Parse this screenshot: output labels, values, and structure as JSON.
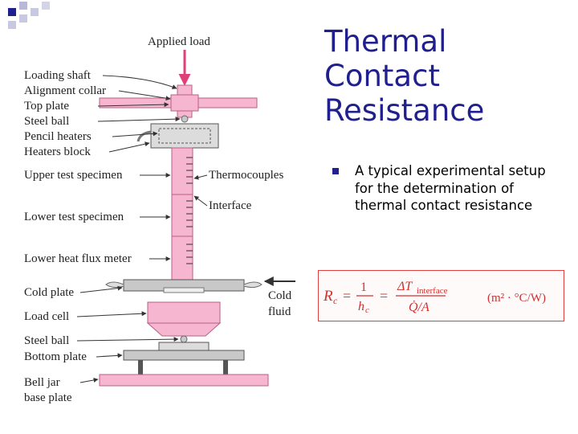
{
  "slide": {
    "title_lines": [
      "Thermal",
      "Contact",
      "Resistance"
    ],
    "bullet": "A typical experimental setup for the determination of thermal contact resistance"
  },
  "figure": {
    "applied_load": "Applied load",
    "labels": {
      "loading_shaft": "Loading shaft",
      "alignment_collar": "Alignment collar",
      "top_plate": "Top plate",
      "steel_ball_top": "Steel ball",
      "pencil_heaters": "Pencil heaters",
      "heaters_block": "Heaters block",
      "upper_test_specimen": "Upper test specimen",
      "lower_test_specimen": "Lower test specimen",
      "lower_heat_flux_meter": "Lower heat flux meter",
      "cold_plate": "Cold plate",
      "load_cell": "Load cell",
      "steel_ball_bottom": "Steel ball",
      "bottom_plate": "Bottom plate",
      "bell_jar": "Bell jar",
      "base_plate": "base plate",
      "thermocouples": "Thermocouples",
      "interface": "Interface",
      "cold": "Cold",
      "fluid": "fluid"
    }
  },
  "formula": {
    "lhs": "R",
    "lhs_sub": "c",
    "eq1": "=",
    "one": "1",
    "h": "h",
    "h_sub": "c",
    "eq2": "=",
    "num_delta_t": "ΔT",
    "num_sub": "interface",
    "den": "Q̇/A",
    "units": "(m² · °C/W)"
  },
  "colors": {
    "title": "#1f1f8f",
    "apparatus_pink": "#f6b6d0",
    "apparatus_edge": "#b85f86",
    "formula": "#d03030",
    "formula_border": "#e04040",
    "deco_blue": "#1f1f8f",
    "deco_light": "#b8b8d8"
  }
}
